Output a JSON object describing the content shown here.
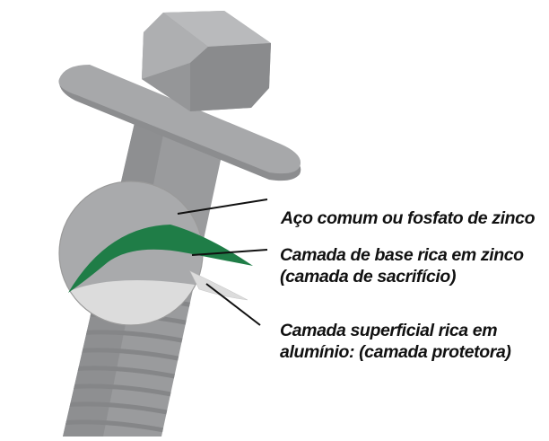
{
  "labels": {
    "base_steel": "Aço comum ou fosfato de zinco",
    "zinc_layer_line1": "Camada de base rica em zinco",
    "zinc_layer_line2": "(camada de sacrifício)",
    "aluminum_layer_line1": "Camada superficial rica em",
    "aluminum_layer_line2": "alumínio: (camada protetora)"
  },
  "colors": {
    "bolt_metal": "#9a9b9d",
    "bolt_metal_light": "#aeafb1",
    "bolt_metal_dark": "#7d7e80",
    "zinc_layer": "#1f7d47",
    "aluminum_layer": "#dcdcdc",
    "leader_line": "#111111"
  }
}
